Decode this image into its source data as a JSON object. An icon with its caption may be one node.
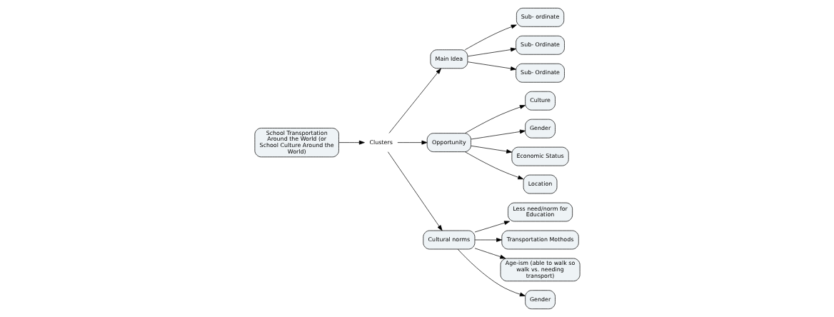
{
  "diagram": {
    "nodes": [
      {
        "text": [
          "School Transportation Around the World (or School Culture Around the World)"
        ]
      },
      {
        "text": [
          "Clusters"
        ]
      },
      {
        "text": [
          "Sub- ordinate"
        ]
      },
      {
        "text": [
          "Main Idea"
        ]
      },
      {
        "text": [
          "Sub- Ordinate"
        ]
      },
      {
        "text": [
          "Sub- Ordinate"
        ]
      },
      {
        "text": [
          "Opportunity"
        ]
      },
      {
        "text": [
          "Culture"
        ]
      },
      {
        "text": [
          "Gender"
        ]
      },
      {
        "text": [
          "Economic Status"
        ]
      },
      {
        "text": [
          "Location"
        ]
      },
      {
        "text": [
          "Cultural norms"
        ]
      },
      {
        "text": [
          "Less need/norm for Education"
        ]
      },
      {
        "text": [
          "Transportation Mothods"
        ]
      },
      {
        "text": [
          "Age-ism (able to walk so walk vs. needing transport)"
        ]
      },
      {
        "text": [
          "Gender"
        ]
      }
    ],
    "edges": [
      {
        "from": 0,
        "to": 1,
        "arrow": "to"
      },
      {
        "from": 1,
        "to": 3,
        "arrow": "to"
      },
      {
        "from": 1,
        "to": 11,
        "arrow": "to"
      },
      {
        "from": 1,
        "to": 6,
        "arrow": "to"
      },
      {
        "from": 3,
        "to": 2,
        "arrow": "to"
      },
      {
        "from": 3,
        "to": 4,
        "arrow": "to"
      },
      {
        "from": 3,
        "to": 5,
        "arrow": "to"
      },
      {
        "from": 6,
        "to": 7,
        "arrow": "to"
      },
      {
        "from": 6,
        "to": 8,
        "arrow": "to"
      },
      {
        "from": 6,
        "to": 9,
        "arrow": "to"
      },
      {
        "from": 6,
        "to": 10,
        "arrow": "to"
      },
      {
        "from": 11,
        "to": 13,
        "arrow": "to"
      },
      {
        "from": 11,
        "to": 14,
        "arrow": "to"
      },
      {
        "from": 11,
        "to": 15,
        "arrow": "to"
      },
      {
        "from": 11,
        "to": 12,
        "arrow": "to"
      }
    ]
  }
}
